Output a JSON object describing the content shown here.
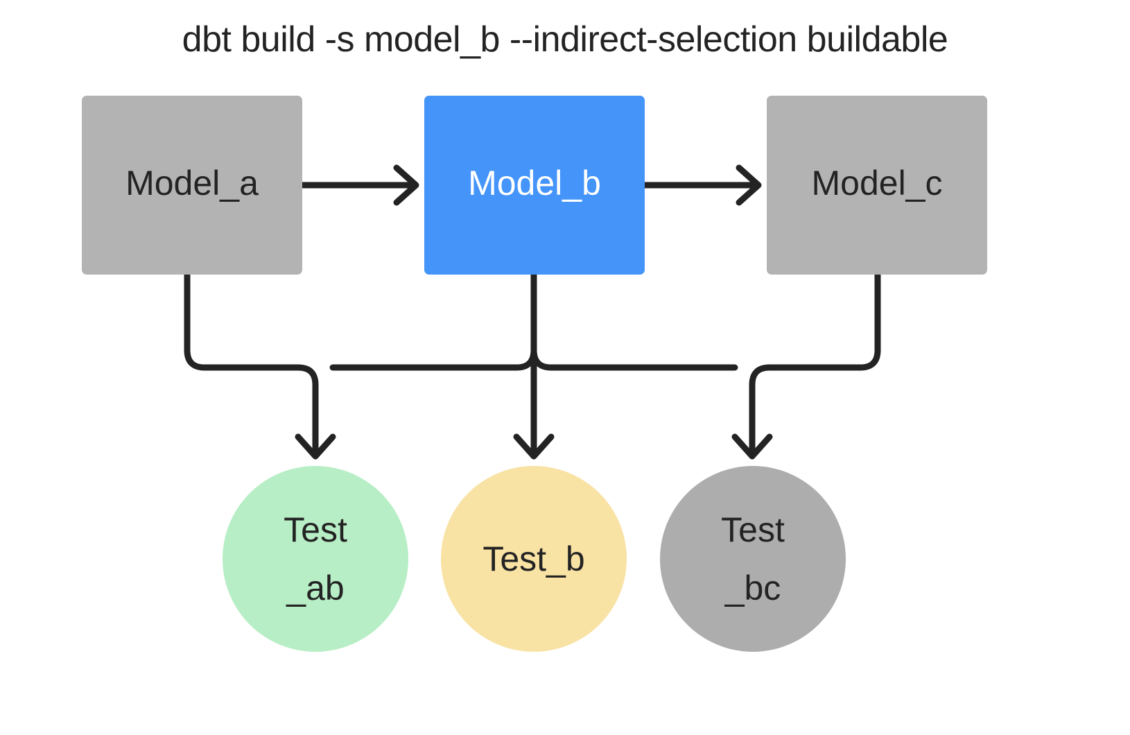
{
  "diagram": {
    "title": "dbt build -s model_b --indirect-selection buildable",
    "background": "#ffffff",
    "edge_color": "#232323",
    "colors": {
      "model_unselected": "#b3b3b3",
      "model_selected": "#4494fa",
      "test_pass_green": "#b7eec5",
      "test_warn_yellow": "#f8e2a4",
      "test_unselected_gray": "#adadad",
      "text_dark": "#232323",
      "text_light": "#ffffff"
    },
    "models": [
      {
        "id": "model_a",
        "label": "Model_a",
        "fill": "#b3b3b3",
        "text_color": "#232323",
        "selected": false
      },
      {
        "id": "model_b",
        "label": "Model_b",
        "fill": "#4494fa",
        "text_color": "#ffffff",
        "selected": true
      },
      {
        "id": "model_c",
        "label": "Model_c",
        "fill": "#b3b3b3",
        "text_color": "#232323",
        "selected": false
      }
    ],
    "tests": [
      {
        "id": "test_ab",
        "line1": "Test",
        "line2": "_ab",
        "fill": "#b7eec5"
      },
      {
        "id": "test_b",
        "line1": "Test_b",
        "line2": "",
        "fill": "#f8e2a4"
      },
      {
        "id": "test_bc",
        "line1": "Test",
        "line2": "_bc",
        "fill": "#adadad"
      }
    ],
    "edges": [
      {
        "from": "model_a",
        "to": "model_b",
        "style": "straight-right"
      },
      {
        "from": "model_b",
        "to": "model_c",
        "style": "straight-right"
      },
      {
        "from": "model_a",
        "to": "test_ab",
        "style": "elbow-down"
      },
      {
        "from": "model_b",
        "to": "test_ab",
        "style": "elbow-down"
      },
      {
        "from": "model_b",
        "to": "test_b",
        "style": "straight-down"
      },
      {
        "from": "model_b",
        "to": "test_bc",
        "style": "elbow-down"
      },
      {
        "from": "model_c",
        "to": "test_bc",
        "style": "elbow-down"
      }
    ]
  }
}
